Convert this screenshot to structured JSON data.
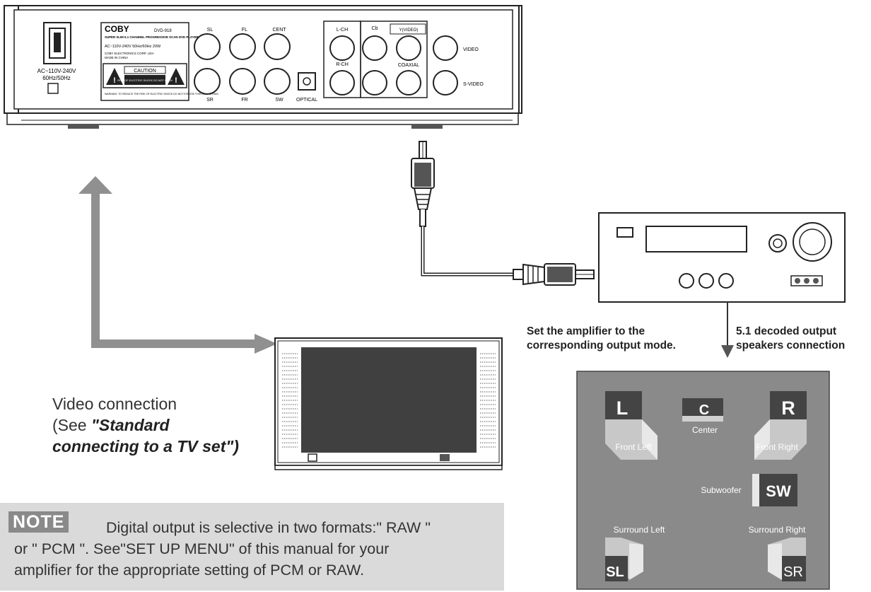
{
  "dvd_player": {
    "brand": "COBY",
    "model": "DVD-918",
    "description": "SUPER SLIM 5.1 CHANNEL PROGRESSIVE SCAN DVD PLAYER",
    "power_rating": "AC~110V-240V 50Hz/60Hz 20W",
    "maker_line_1": "COBY ELECTRONICS CORP. USA",
    "maker_line_2": "MADE IN CHINA",
    "caution_label": "CAUTION",
    "caution_sub": "RISK OF ELECTRIC SHOCK DO NOT OPEN",
    "warning_line": "WARNING: TO REDUCE THE RISK OF ELECTRIC SHOCK DO NOT EXPOSE THIS UNIT TO RAIN",
    "power_label_1": "AC~110V-240V",
    "power_label_2": "60Hz/50Hz",
    "jacks": {
      "sl": "SL",
      "sr": "SR",
      "fl": "FL",
      "fr": "FR",
      "cent": "CENT",
      "sw": "SW",
      "optical": "OPTICAL",
      "lch": "L-CH",
      "rch": "R-CH",
      "coaxial": "COAXIAL",
      "video": "VIDEO",
      "svideo": "S-VIDEO",
      "y_cb_cr_1": "Cb",
      "y_cb_cr_2": "Y(VIDEO)"
    }
  },
  "captions": {
    "amp_left_1": "Set the amplifier to the",
    "amp_left_2": "corresponding output mode.",
    "amp_right_1": "5.1 decoded output",
    "amp_right_2": "speakers connection",
    "video_1": "Video connection",
    "video_2_prefix": "(See ",
    "video_2_emph": "\"Standard",
    "video_3_emph": "connecting to a TV set\")"
  },
  "speakers": {
    "front_left": {
      "letter": "L",
      "label": "Front Left"
    },
    "center": {
      "letter": "C",
      "label": "Center"
    },
    "front_right": {
      "letter": "R",
      "label": "Front Right"
    },
    "subwoofer": {
      "letter": "SW",
      "label": "Subwoofer"
    },
    "surround_left": {
      "letter": "SL",
      "label": "Surround Left"
    },
    "surround_right": {
      "letter": "SR",
      "label": "Surround Right"
    }
  },
  "note": {
    "badge": "NOTE",
    "line_1": "Digital output is selective in two formats:\" RAW \"",
    "line_2": "or \" PCM \". See\"SET UP MENU\" of this manual for your",
    "line_3": "amplifier for the appropriate setting of PCM or RAW."
  },
  "colors": {
    "line": "#1e1e1e",
    "arrow": "#909090",
    "speaker_panel": "#8a8a8a",
    "note_bg": "#dadada"
  }
}
